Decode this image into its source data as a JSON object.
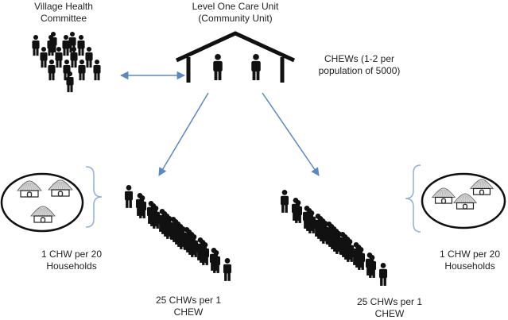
{
  "labels": {
    "vhc_line1": "Village Health",
    "vhc_line2": "Committee",
    "unit_line1": "Level One Care Unit",
    "unit_line2": "(Community Unit)",
    "chews_line1": "CHEWs (1-2 per",
    "chews_line2": "population of 5000)",
    "left_ratio_line1": "1 CHW per 20",
    "left_ratio_line2": "Households",
    "right_ratio_line1": "1 CHW per 20",
    "right_ratio_line2": "Households",
    "left_count_line1": "25 CHWs per 1",
    "left_count_line2": "CHEW",
    "right_count_line1": "25 CHWs per 1",
    "right_count_line2": "CHEW"
  },
  "colors": {
    "figure": "#111111",
    "arrow": "#5b88c4",
    "bracket": "#8fb0d8",
    "text": "#222222",
    "hut_roof": "#d9d9d9",
    "hut_door": "#333333"
  },
  "icons": {
    "person": "person-icon",
    "house": "house-icon",
    "hut": "hut-icon"
  },
  "groups": {
    "committee_people": 15,
    "left_chw_people": 25,
    "right_chw_people": 25,
    "chews_in_unit": 2,
    "huts_per_village": 3
  }
}
